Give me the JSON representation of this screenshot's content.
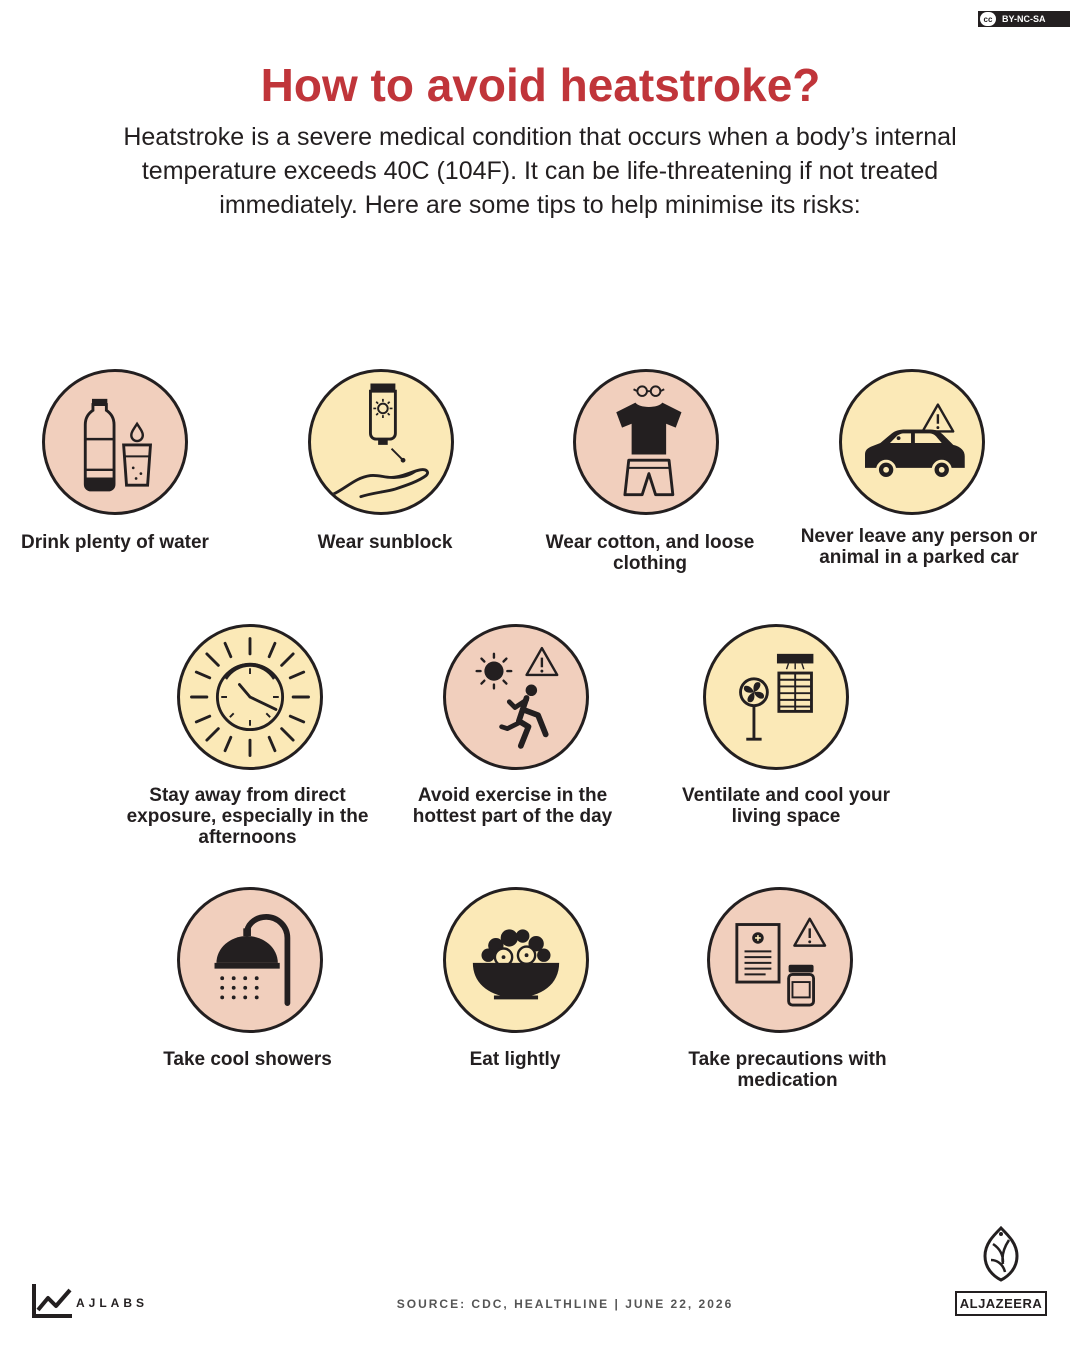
{
  "license_badge": "BY-NC-SA",
  "license_mark": "cc",
  "title": "How to avoid heatstroke?",
  "intro": "Heatstroke is a severe medical condition that occurs when a body’s internal temperature exceeds 40C (104F). It can be life-threatening if not treated immediately. Here are some tips to help minimise its risks:",
  "colors": {
    "title": "#c0353a",
    "peach": "#f1cfbd",
    "cream": "#fbe9b7",
    "ink": "#231f20"
  },
  "tips": [
    {
      "label": "Drink plenty of water",
      "icon": "water-bottle-icon"
    },
    {
      "label": "Wear sunblock",
      "icon": "sunblock-icon"
    },
    {
      "label": "Wear cotton, and loose clothing",
      "icon": "clothing-icon"
    },
    {
      "label": "Never leave any person or animal in a parked car",
      "icon": "car-warning-icon"
    },
    {
      "label": "Stay away from direct exposure, especially in the afternoons",
      "icon": "sun-clock-icon"
    },
    {
      "label": "Avoid exercise in the hottest part of the day",
      "icon": "exercise-sun-icon"
    },
    {
      "label": "Ventilate and cool your living space",
      "icon": "fan-ac-icon"
    },
    {
      "label": "Take cool showers",
      "icon": "shower-icon"
    },
    {
      "label": "Eat lightly",
      "icon": "salad-bowl-icon"
    },
    {
      "label": "Take precautions with medication",
      "icon": "medication-icon"
    }
  ],
  "footer": {
    "ajlabs": "AJLABS",
    "source": "SOURCE:  CDC, HEALTHLINE  |  JUNE 22, 2026",
    "brand": "ALJAZEERA"
  }
}
